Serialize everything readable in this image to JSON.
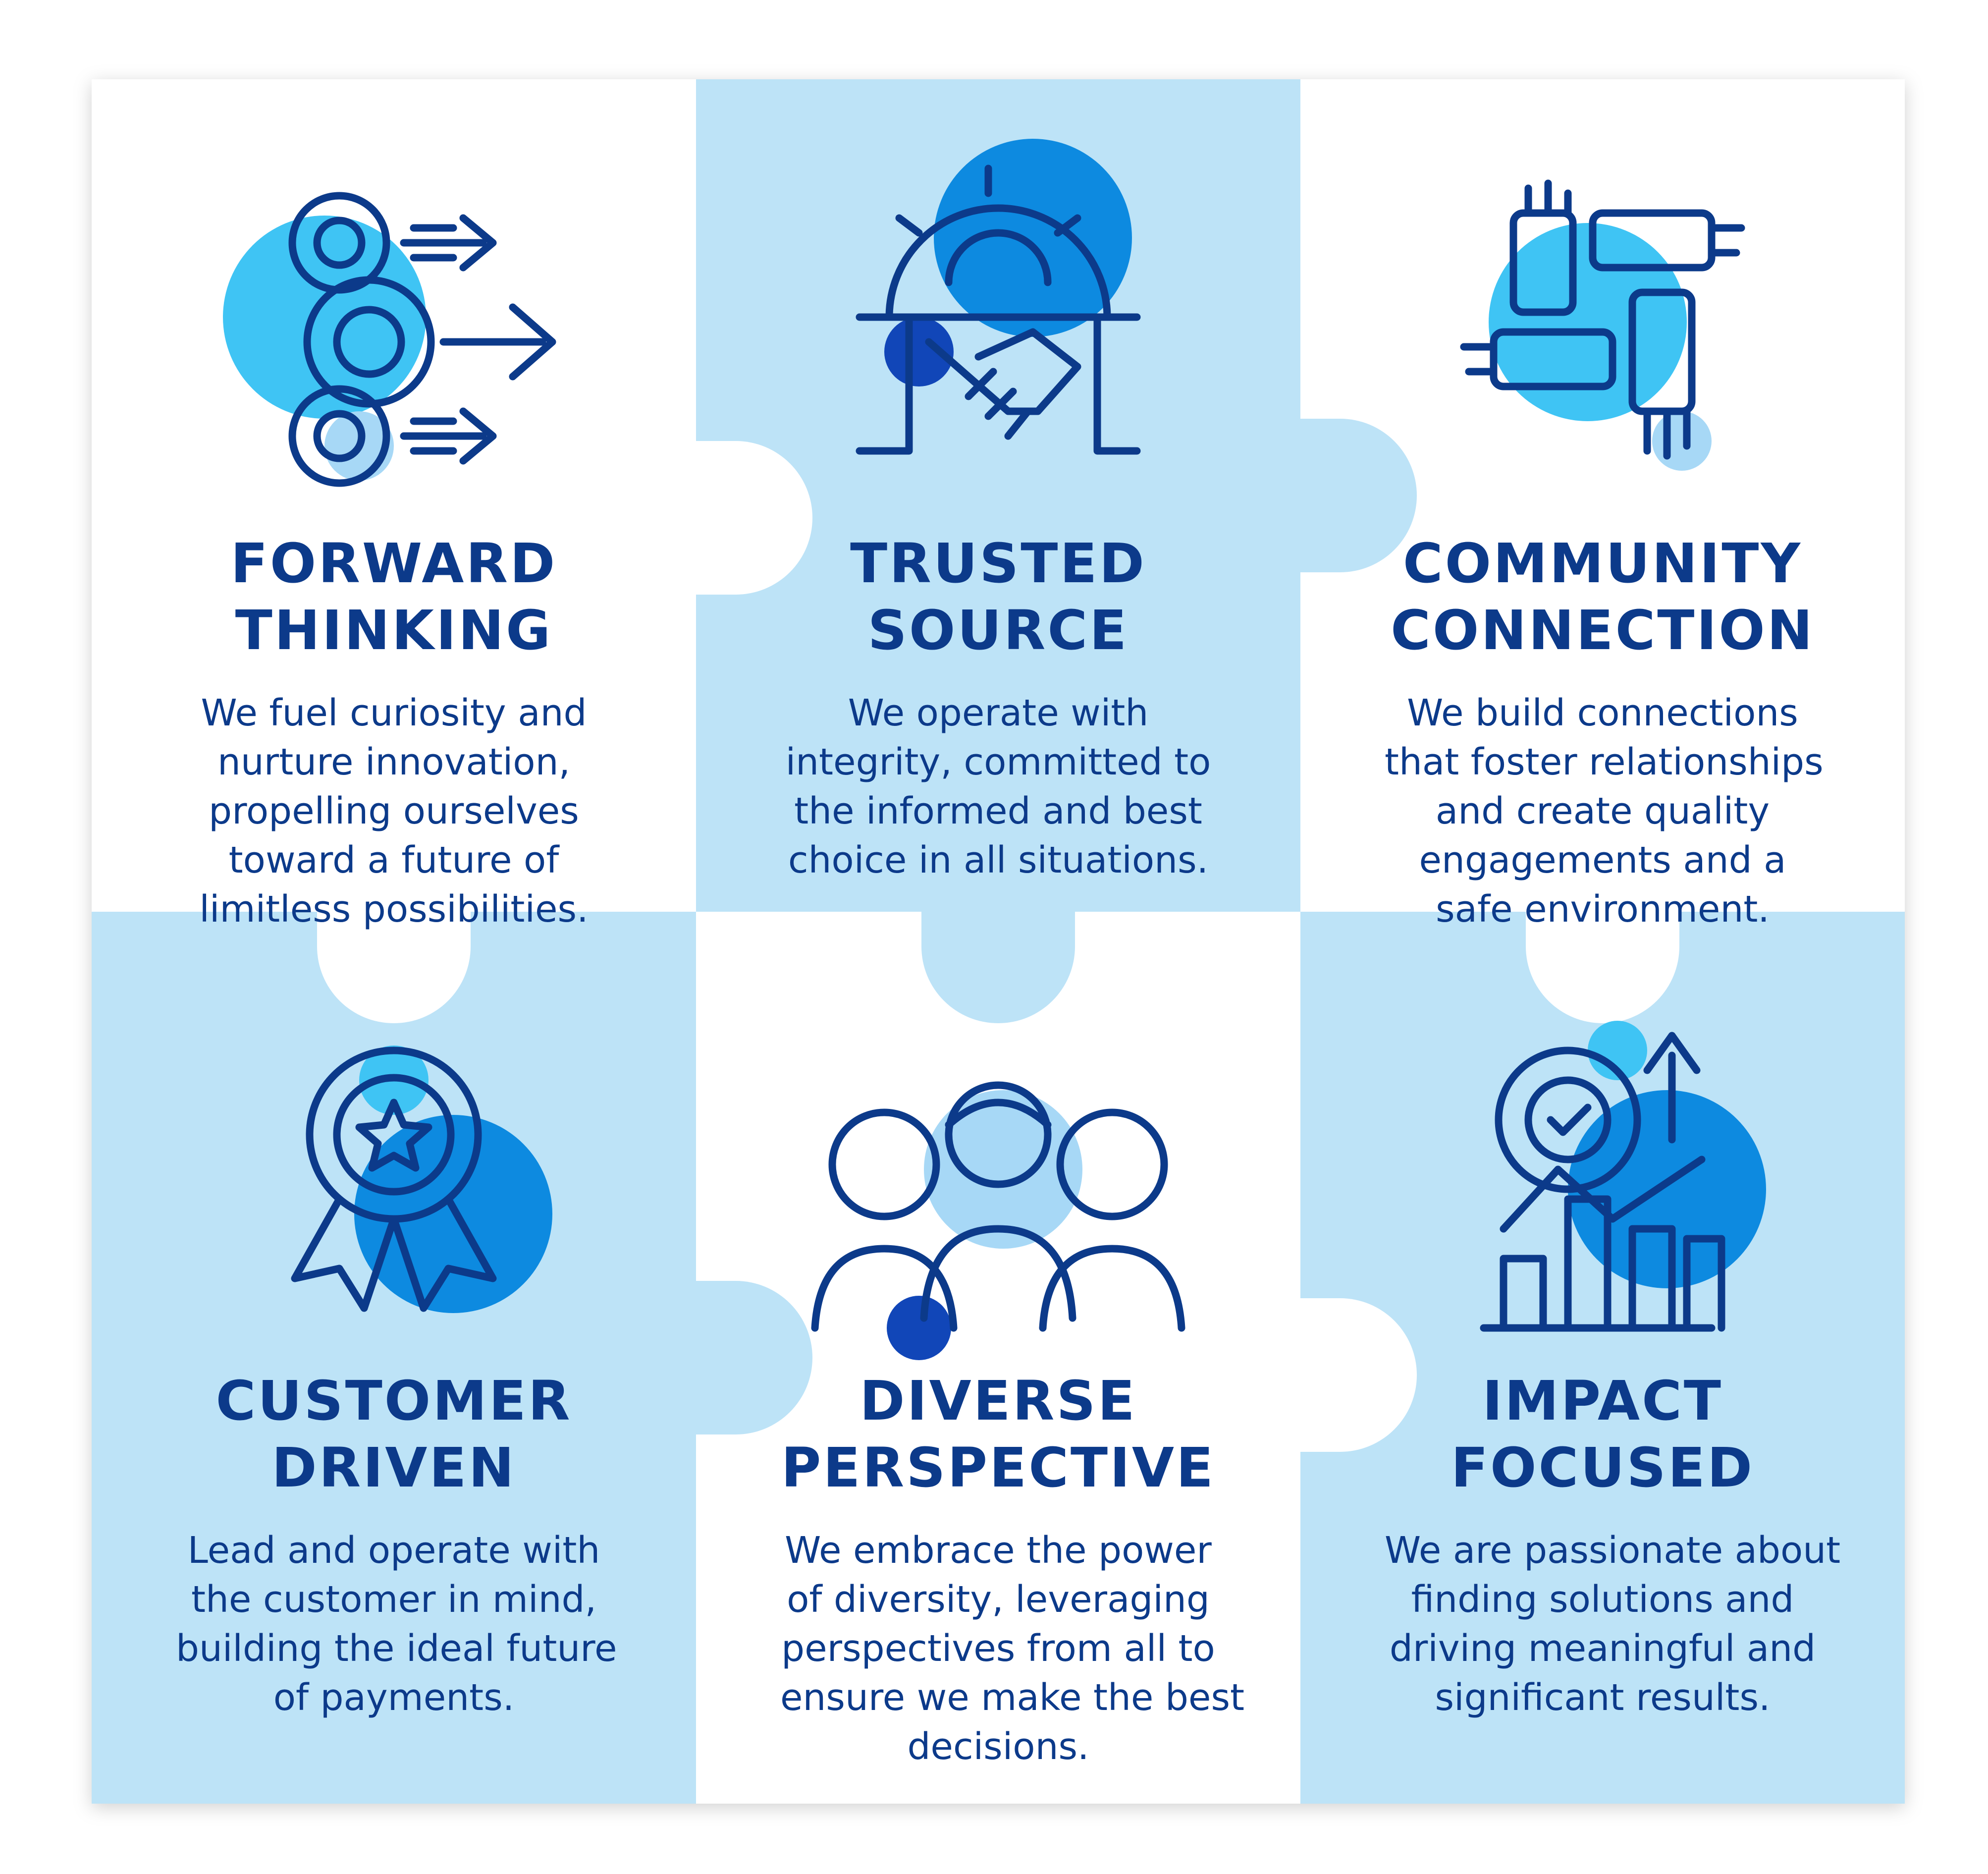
{
  "colors": {
    "light_panel": "#bde3f7",
    "white_panel": "#ffffff",
    "navy": "#0c3a8a",
    "sky": "#3fc4f4",
    "medium_blue": "#0d8ae0",
    "deep_blue": "#1146b8",
    "pale_blue": "#a7d8f6"
  },
  "values": [
    {
      "icon": "gears-arrows-icon",
      "title": [
        "FORWARD",
        "THINKING"
      ],
      "text": [
        "We fuel curiosity and",
        "nurture innovation,",
        "propelling ourselves",
        "toward a future of",
        "limitless possibilities."
      ]
    },
    {
      "icon": "handshake-gear-icon",
      "title": [
        "TRUSTED",
        "SOURCE"
      ],
      "text": [
        "We operate with",
        "integrity, committed to",
        "the informed and best",
        "choice in all situations."
      ]
    },
    {
      "icon": "joined-hands-icon",
      "title": [
        "COMMUNITY",
        "CONNECTION"
      ],
      "text": [
        "We build connections",
        "that foster relationships",
        "and create quality",
        "engagements and a",
        "safe environment."
      ]
    },
    {
      "icon": "award-ribbon-icon",
      "title": [
        "CUSTOMER",
        "DRIVEN"
      ],
      "text": [
        "Lead and operate with",
        "the customer in mind,",
        "building the ideal future",
        "of payments."
      ]
    },
    {
      "icon": "people-group-icon",
      "title": [
        "DIVERSE",
        "PERSPECTIVE"
      ],
      "text": [
        "We embrace the power",
        "of diversity, leveraging",
        "perspectives from all to",
        "ensure we make the best",
        "decisions."
      ]
    },
    {
      "icon": "growth-chart-gear-icon",
      "title": [
        "IMPACT",
        "FOCUSED"
      ],
      "text": [
        "We are passionate about",
        "finding solutions and",
        "driving meaningful and",
        "significant results."
      ]
    }
  ]
}
